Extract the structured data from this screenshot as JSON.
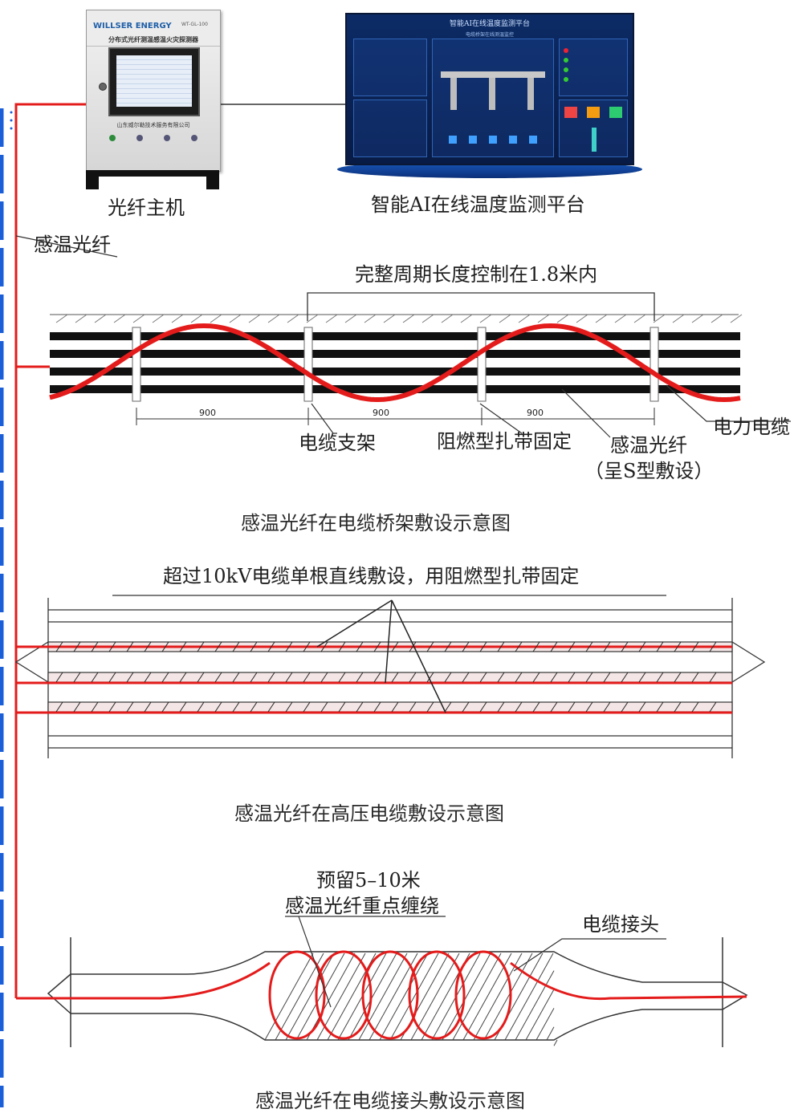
{
  "top": {
    "host_label": "光纤主机",
    "platform_label": "智能AI在线温度监测平台",
    "fiber_label": "感温光纤",
    "cabinet": {
      "brand": "WILLSER ENERGY",
      "model": "WT-GL-100",
      "title": "分布式光纤测温感温火灾探测器",
      "company": "山东威尔勒技术服务有限公司"
    },
    "monitor": {
      "title": "智能AI在线温度监测平台",
      "subtitle": "电缆桥架在线测温监控"
    }
  },
  "diagram1": {
    "period_label": "完整周期长度控制在1.8米内",
    "spacings": [
      "900",
      "900",
      "900"
    ],
    "bracket_label": "电缆支架",
    "tie_label": "阻燃型扎带固定",
    "fiber_label": "感温光纤",
    "fiber_label_sub": "（呈S型敷设）",
    "cable_label": "电力电缆",
    "caption": "感温光纤在电缆桥架敷设示意图"
  },
  "diagram2": {
    "note": "超过10kV电缆单根直线敷设，用阻燃型扎带固定",
    "caption": "感温光纤在高压电缆敷设示意图"
  },
  "diagram3": {
    "note_line1": "预留5–10米",
    "note_line2": "感温光纤重点缠绕",
    "joint_label": "电缆接头",
    "caption": "感温光纤在电缆接头敷设示意图"
  },
  "colors": {
    "fiber": "#e41b1b",
    "cable": "#111111",
    "frame": "#1a5ed8",
    "line": "#333333"
  }
}
